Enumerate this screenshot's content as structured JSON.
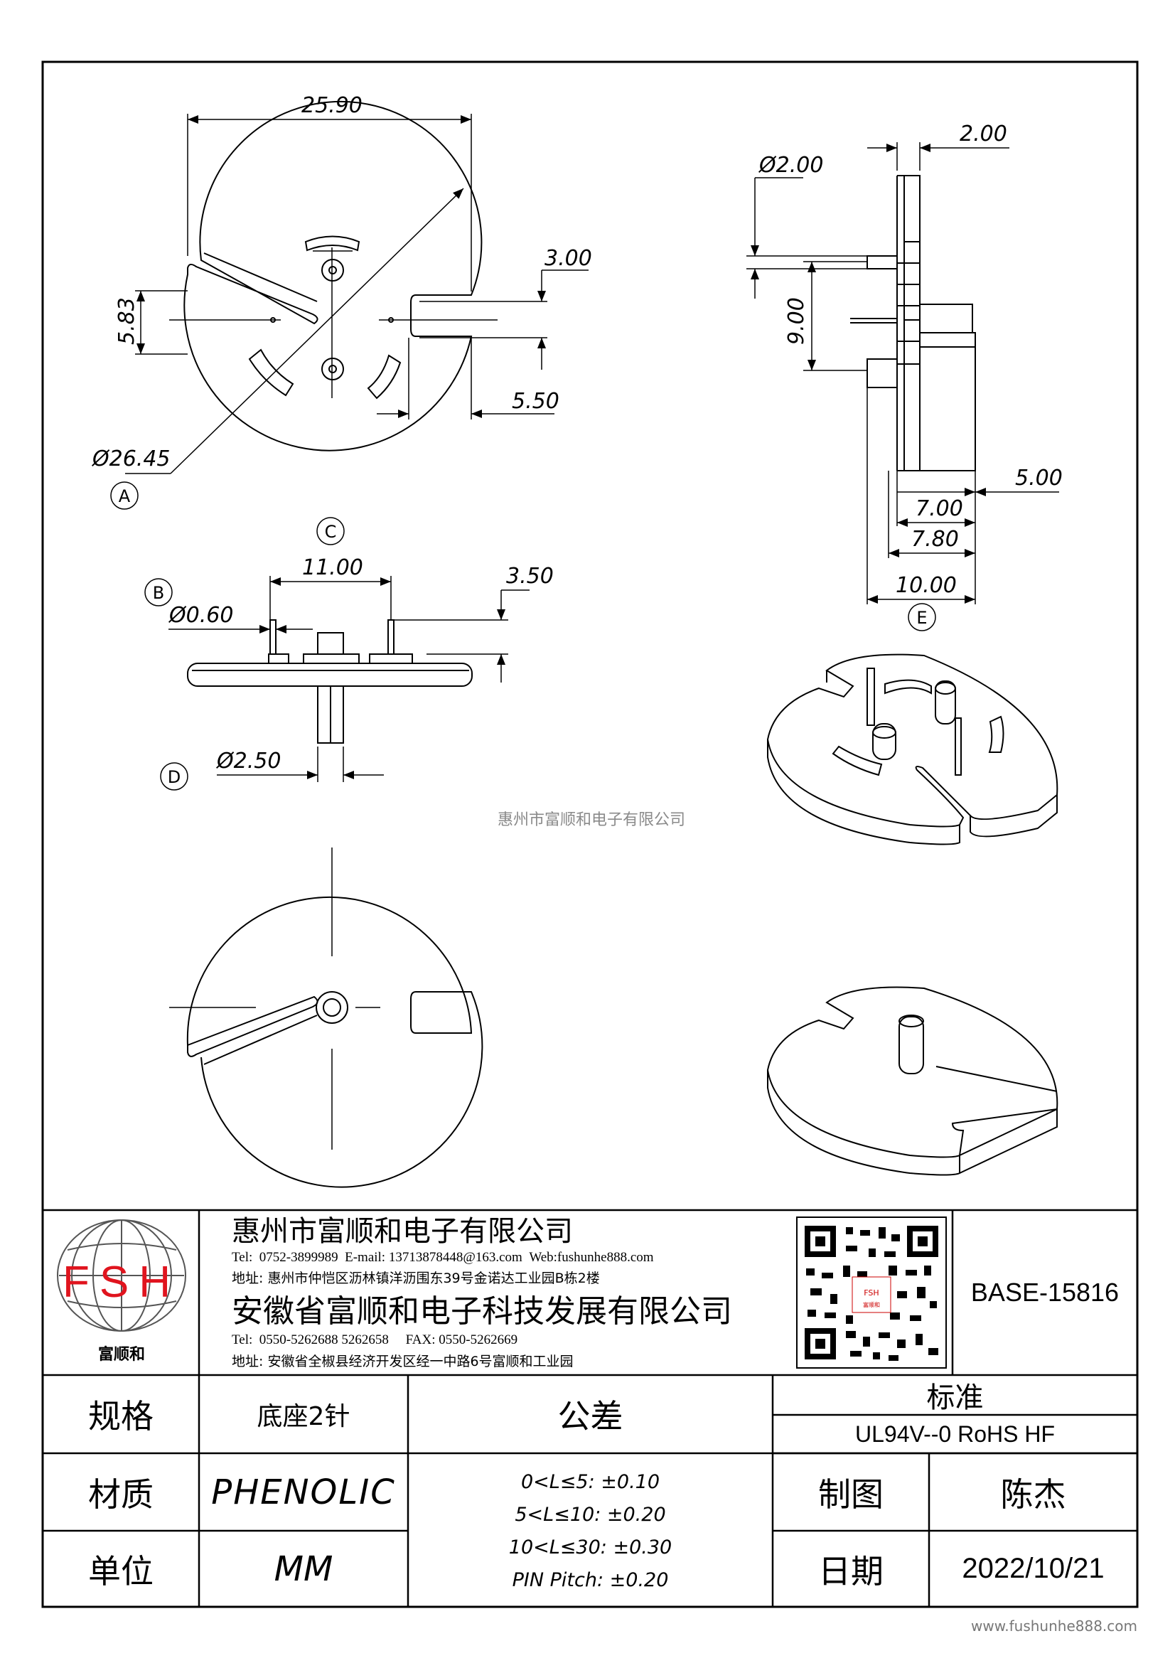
{
  "drawing": {
    "dimensions": {
      "top_width": "25.90",
      "slot_width": "3.00",
      "left_offset": "5.83",
      "notch_width": "5.50",
      "diameter": "Ø26.45",
      "side_thickness": "2.00",
      "pin_dia": "Ø2.00",
      "pin_spacing": "9.00",
      "d500": "5.00",
      "d700": "7.00",
      "d780": "7.80",
      "d1000": "10.00",
      "front_pitch": "11.00",
      "front_height": "3.50",
      "pin_thin": "Ø0.60",
      "post_dia": "Ø2.50"
    },
    "markers": {
      "a": "A",
      "b": "B",
      "c": "C",
      "d": "D",
      "e": "E"
    },
    "watermark": "惠州市富顺和电子有限公司",
    "footer_url": "www.fushunhe888.com"
  },
  "title_block": {
    "logo": {
      "letters": "FSH",
      "caption": "富顺和"
    },
    "company1": {
      "name": "惠州市富顺和电子有限公司",
      "tel_label": "Tel:",
      "tel": "0752-3899989",
      "email": "E-mail: 13713878448@163.com",
      "web": "Web:fushunhe888.com",
      "address": "地址: 惠州市仲恺区沥林镇洋沥围东39号金诺达工业园B栋2楼"
    },
    "company2": {
      "name": "安徽省富顺和电子科技发展有限公司",
      "tel_label": "Tel:",
      "tel": "0550-5262688  5262658",
      "fax": "FAX: 0550-5262669",
      "address": "地址: 安徽省全椒县经济开发区经一中路6号富顺和工业园"
    },
    "part_number": "BASE-15816",
    "spec_label": "规格",
    "spec_value": "底座2针",
    "material_label": "材质",
    "material_value": "PHENOLIC",
    "unit_label": "单位",
    "unit_value": "MM",
    "tolerance_label": "公差",
    "tolerances": [
      "0<L≤5: ±0.10",
      "5<L≤10: ±0.20",
      "10<L≤30: ±0.30",
      "PIN Pitch: ±0.20"
    ],
    "standard_label": "标准",
    "standard_value": "UL94V--0  RoHS HF",
    "drawn_label": "制图",
    "drawn_value": "陈杰",
    "date_label": "日期",
    "date_value": "2022/10/21"
  }
}
